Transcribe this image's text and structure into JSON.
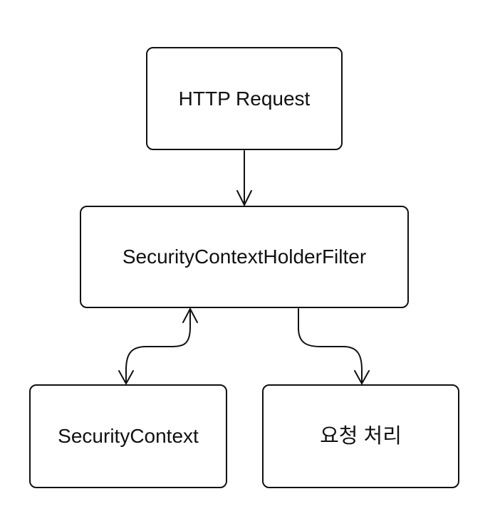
{
  "diagram": {
    "nodes": {
      "http_request": {
        "label": "HTTP Request"
      },
      "filter": {
        "label": "SecurityContextHolderFilter"
      },
      "security_context": {
        "label": "SecurityContext"
      },
      "request_processing": {
        "label": "요청 처리"
      }
    },
    "edges": [
      {
        "from": "HTTP Request",
        "to": "SecurityContextHolderFilter",
        "direction": "forward"
      },
      {
        "from": "SecurityContextHolderFilter",
        "to": "SecurityContext",
        "direction": "both"
      },
      {
        "from": "SecurityContextHolderFilter",
        "to": "요청 처리",
        "direction": "forward"
      }
    ],
    "colors": {
      "stroke": "#111111",
      "background": "#ffffff"
    }
  }
}
